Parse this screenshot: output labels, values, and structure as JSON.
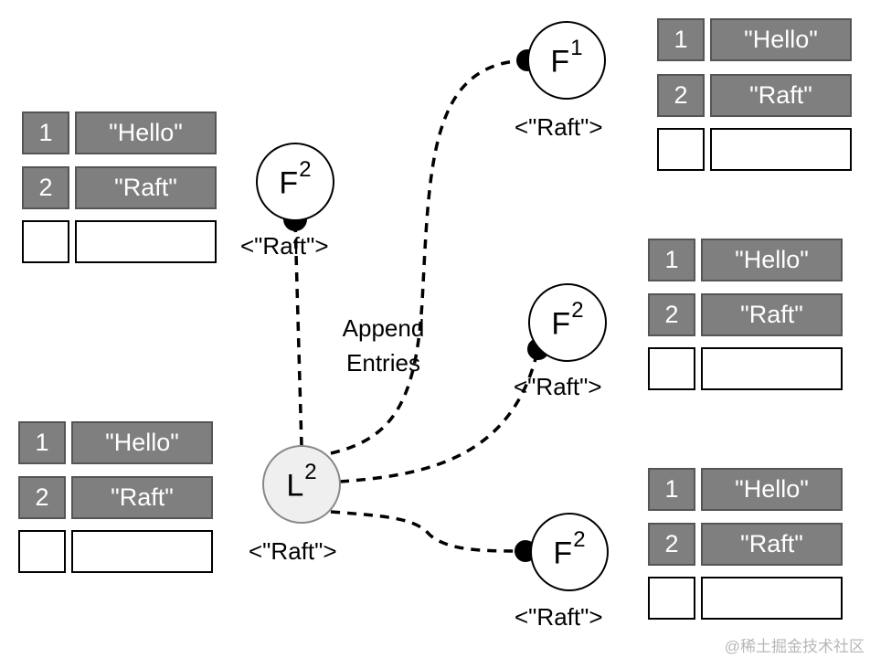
{
  "logs": {
    "left_top": [
      {
        "index": "1",
        "value": "\"Hello\""
      },
      {
        "index": "2",
        "value": "\"Raft\""
      },
      {
        "index": "",
        "value": ""
      }
    ],
    "left_bottom": [
      {
        "index": "1",
        "value": "\"Hello\""
      },
      {
        "index": "2",
        "value": "\"Raft\""
      },
      {
        "index": "",
        "value": ""
      }
    ],
    "right_1": [
      {
        "index": "1",
        "value": "\"Hello\""
      },
      {
        "index": "2",
        "value": "\"Raft\""
      },
      {
        "index": "",
        "value": ""
      }
    ],
    "right_2": [
      {
        "index": "1",
        "value": "\"Hello\""
      },
      {
        "index": "2",
        "value": "\"Raft\""
      },
      {
        "index": "",
        "value": ""
      }
    ],
    "right_3": [
      {
        "index": "1",
        "value": "\"Hello\""
      },
      {
        "index": "2",
        "value": "\"Raft\""
      },
      {
        "index": "",
        "value": ""
      }
    ]
  },
  "nodes": {
    "follower_left": {
      "role": "F",
      "term": "2",
      "value": "<\"Raft\">"
    },
    "follower_top": {
      "role": "F",
      "term": "1",
      "value": "<\"Raft\">"
    },
    "follower_mid": {
      "role": "F",
      "term": "2",
      "value": "<\"Raft\">"
    },
    "follower_bottom": {
      "role": "F",
      "term": "2",
      "value": "<\"Raft\">"
    },
    "leader": {
      "role": "L",
      "term": "2",
      "value": "<\"Raft\">"
    }
  },
  "rpc_label": {
    "line1": "Append",
    "line2": "Entries"
  },
  "watermark": "@稀土掘金技术社区"
}
